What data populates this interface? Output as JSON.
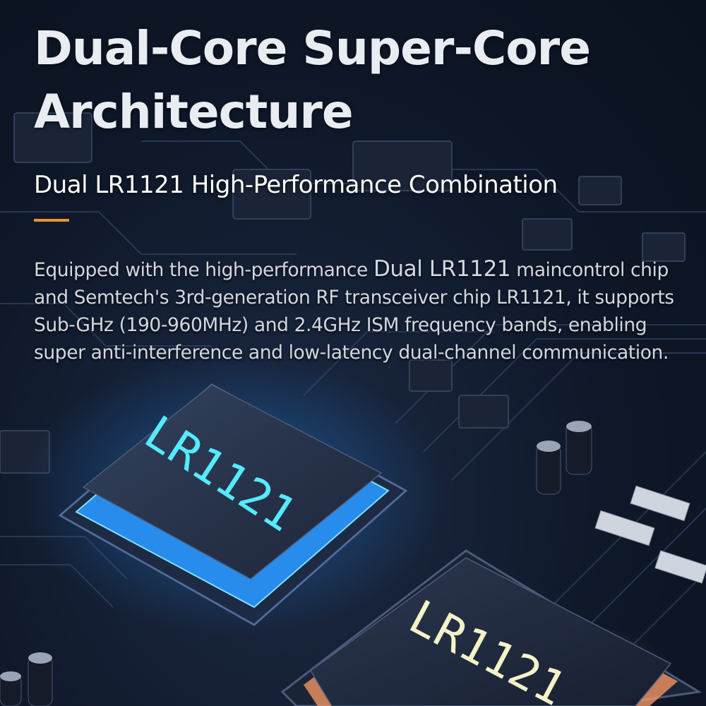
{
  "headline": {
    "line1": "Dual-Core Super-Core",
    "line2": "Architecture"
  },
  "subheadline": "Dual LR1121 High-Performance Combination",
  "body": {
    "part1": "Equipped with the high-performance ",
    "emphasis": "Dual LR1121",
    "part2": " maincontrol chip and Semtech's 3rd-generation RF transceiver chip LR1121, it supports Sub-GHz (190-960MHz) and 2.4GHz ISM frequency bands, enabling super anti-interference and low-latency dual-channel communication."
  },
  "chips": {
    "chip1_label": "LR1121",
    "chip2_label": "LR1121"
  },
  "colors": {
    "accent": "#e8962e",
    "chip1_glow": "#2fa8ff",
    "chip2_glow": "#ffb27a"
  }
}
